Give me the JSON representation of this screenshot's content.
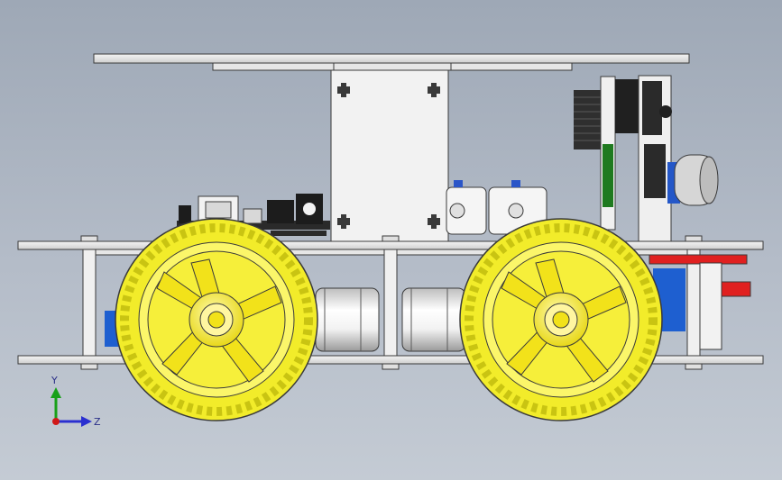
{
  "viewport": {
    "background_top": "#9ea8b6",
    "background_bottom": "#c4cbd4"
  },
  "colors": {
    "tire": "#f2ec2a",
    "tire_tread": "#c9c412",
    "plate": "#dcdcdc",
    "outline": "#3a3a3a",
    "motor": "#e9e9e9",
    "accent_red": "#e02020",
    "accent_blue": "#1e5fd0",
    "pcb_dark": "#2a2a2a",
    "axis_x": "#d01818",
    "axis_y": "#18a018",
    "axis_z": "#2a2fd0"
  },
  "model": {
    "parts": [
      {
        "name": "top-plate"
      },
      {
        "name": "upper-bracket"
      },
      {
        "name": "chassis-deck"
      },
      {
        "name": "bottom-deck"
      },
      {
        "name": "front-wheel"
      },
      {
        "name": "rear-wheel"
      },
      {
        "name": "front-motor"
      },
      {
        "name": "rear-motor"
      },
      {
        "name": "servo-pan-tilt"
      },
      {
        "name": "ultrasonic-sensor"
      },
      {
        "name": "camera-module"
      },
      {
        "name": "controller-board"
      }
    ]
  },
  "triad": {
    "y_label": "Y",
    "z_label": "Z"
  }
}
